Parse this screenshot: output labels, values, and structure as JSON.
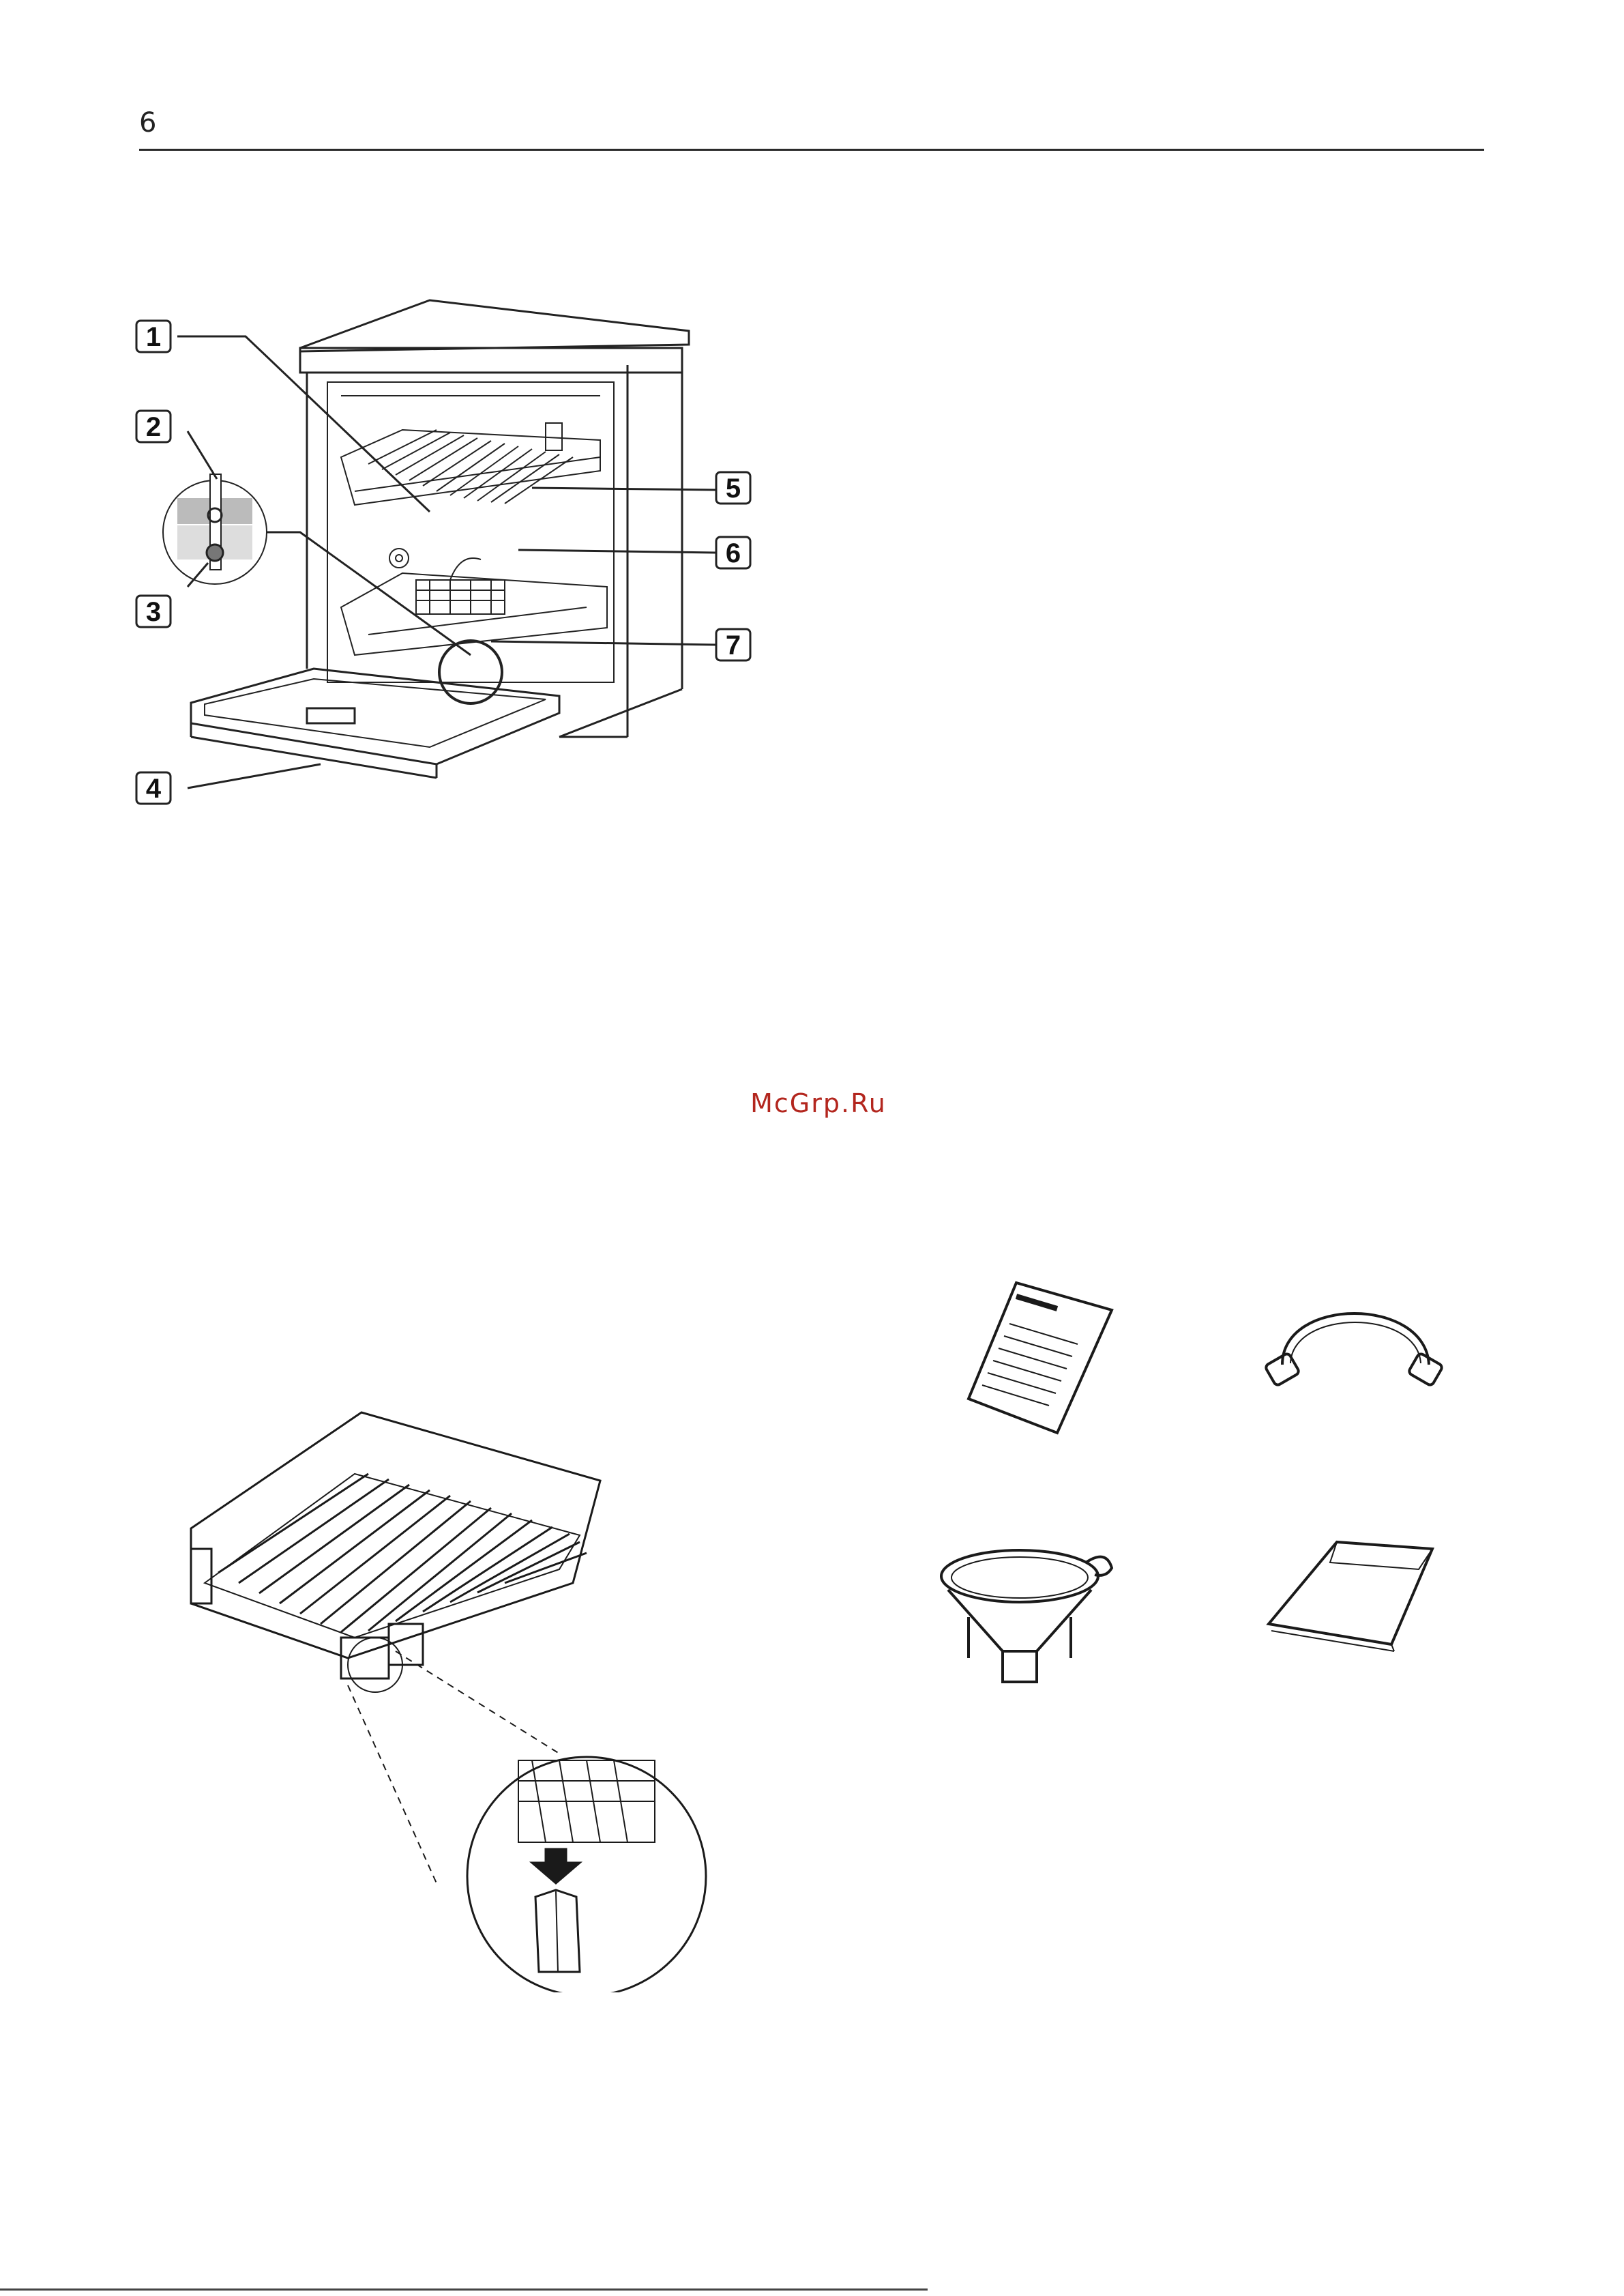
{
  "header": {
    "page_number": "6"
  },
  "watermark": {
    "text": "McGrp.Ru"
  },
  "dishwasher_figure": {
    "callouts": [
      {
        "label": "1"
      },
      {
        "label": "2"
      },
      {
        "label": "3"
      },
      {
        "label": "4"
      },
      {
        "label": "5"
      },
      {
        "label": "6"
      },
      {
        "label": "7"
      }
    ]
  }
}
